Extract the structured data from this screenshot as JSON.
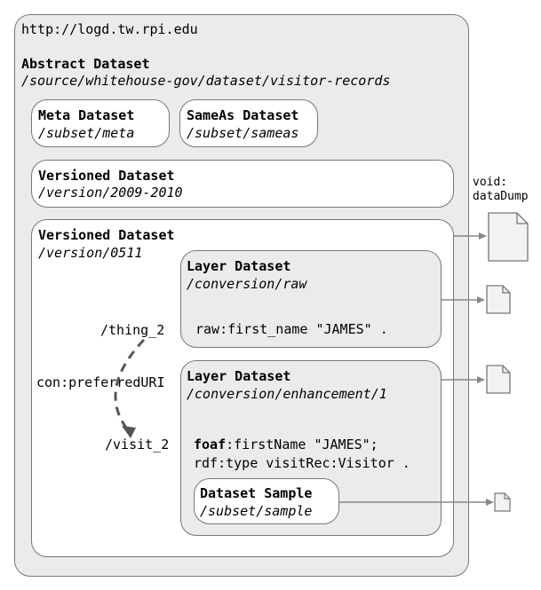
{
  "host_url": "http://logd.tw.rpi.edu",
  "abstract_dataset": {
    "title": "Abstract Dataset",
    "path": "/source/whitehouse-gov/dataset/visitor-records"
  },
  "meta_dataset": {
    "title": "Meta Dataset",
    "path": "/subset/meta"
  },
  "sameas_dataset": {
    "title": "SameAs Dataset",
    "path": "/subset/sameas"
  },
  "versioned_dataset_1": {
    "title": "Versioned Dataset",
    "path": "/version/2009-2010"
  },
  "versioned_dataset_2": {
    "title": "Versioned Dataset",
    "path": "/version/0511"
  },
  "layer_raw": {
    "title": "Layer Dataset",
    "path": "/conversion/raw",
    "triple": "raw:first_name \"JAMES\" ."
  },
  "layer_enhanced": {
    "title": "Layer Dataset",
    "path": "/conversion/enhancement/1",
    "triple1_prefix": "foaf",
    "triple1_rest": ":firstName \"JAMES\";",
    "triple2": "rdf:type visitRec:Visitor ."
  },
  "dataset_sample": {
    "title": "Dataset Sample",
    "path": "/subset/sample"
  },
  "link": {
    "from": "/thing_2",
    "to": "/visit_2",
    "predicate": "con:preferredURI"
  },
  "void_label_1": "void:",
  "void_label_2": "dataDump"
}
